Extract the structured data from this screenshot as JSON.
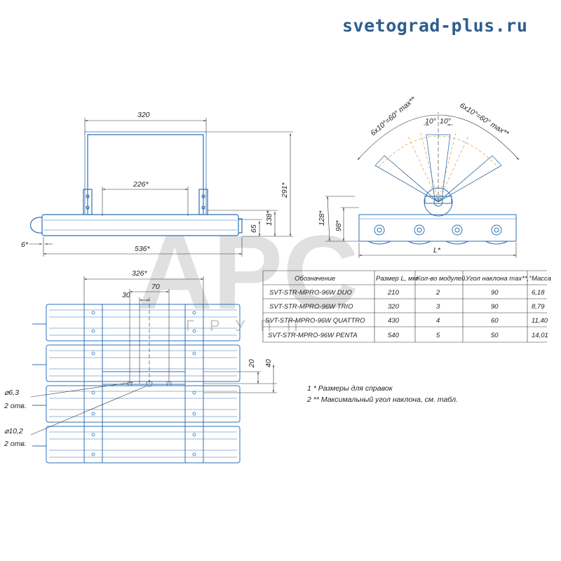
{
  "site_url": "svetograd-plus.ru",
  "watermark": {
    "main": "APC",
    "sub": "ГРУПП"
  },
  "side_view": {
    "d320": "320",
    "d226": "226*",
    "d291": "291*",
    "d138": "138*",
    "d65": "65",
    "d536": "536*",
    "d6": "6*"
  },
  "end_view": {
    "angle_left": "6x10°=60° max**",
    "angle_right": "6x10°=60° max**",
    "a10_left": "10°",
    "a10_right": "10°",
    "d128": "128*",
    "d98": "98*",
    "dL": "L*"
  },
  "top_view": {
    "d326": "326*",
    "d70": "70",
    "d30": "30",
    "d20": "20",
    "d40": "40",
    "hole1": "⌀6,3",
    "hole1_qty": "2 отв.",
    "hole2": "⌀10,2",
    "hole2_qty": "2 отв."
  },
  "table": {
    "headers": [
      "Обозначение",
      "Размер L, мм",
      "Кол-во модулей",
      "Угол наклона max**,°",
      "Масса"
    ],
    "rows": [
      [
        "SVT-STR-MPRO-96W DUO",
        "210",
        "2",
        "90",
        "6,18"
      ],
      [
        "SVT-STR-MPRO-96W TRIO",
        "320",
        "3",
        "90",
        "8,79"
      ],
      [
        "SVT-STR-MPRO-96W QUATTRO",
        "430",
        "4",
        "60",
        "11,40"
      ],
      [
        "SVT-STR-MPRO-96W PENTA",
        "540",
        "5",
        "50",
        "14,01"
      ]
    ]
  },
  "notes": [
    "1  * Размеры для справок",
    "2  ** Максимальный угол наклона, см. табл."
  ],
  "colors": {
    "outline": "#2e6fb5",
    "site_text": "#2f5d8c",
    "beam": "#e8b060"
  }
}
